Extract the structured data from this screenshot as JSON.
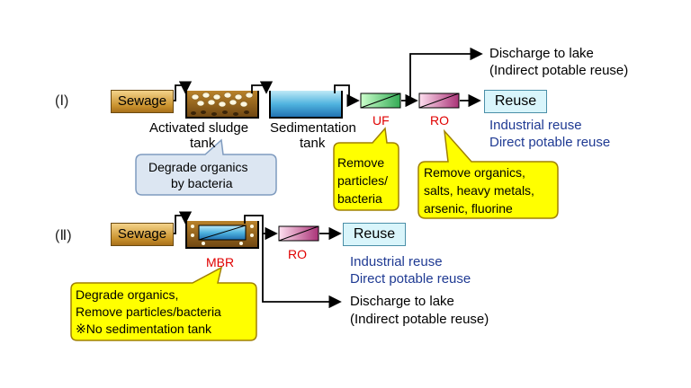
{
  "row1": {
    "label": "(Ⅰ)",
    "sewage": "Sewage",
    "activated_tank_line1": "Activated sludge",
    "activated_tank_line2": "tank",
    "sed_tank_line1": "Sedimentation",
    "sed_tank_line2": "tank",
    "uf_label": "UF",
    "ro_label": "RO",
    "reuse": "Reuse",
    "discharge_line1": "Discharge to lake",
    "discharge_line2": "(Indirect potable reuse)",
    "industrial_reuse": "Industrial reuse",
    "direct_reuse": "Direct potable reuse",
    "callout_bacteria_line1": "Degrade organics",
    "callout_bacteria_line2": "by bacteria",
    "callout_uf_line1": "Remove",
    "callout_uf_line2": "particles/",
    "callout_uf_line3": "bacteria",
    "callout_ro_line1": "Remove organics,",
    "callout_ro_line2": "salts, heavy metals,",
    "callout_ro_line3": "arsenic, fluorine"
  },
  "row2": {
    "label": "(Ⅱ)",
    "sewage": "Sewage",
    "mbr_label": "MBR",
    "ro_label": "RO",
    "reuse": "Reuse",
    "industrial_reuse": "Industrial reuse",
    "direct_reuse": "Direct potable reuse",
    "discharge_line1": "Discharge to lake",
    "discharge_line2": "(Indirect potable reuse)",
    "callout_mbr_line1": "Degrade organics,",
    "callout_mbr_line2": "Remove particles/bacteria",
    "callout_mbr_line3": "※No sedimentation tank"
  },
  "colors": {
    "callout_yellow": "#ffff00",
    "callout_blue": "#dce6f2",
    "unit_label_red": "#e00000",
    "reuse_text_blue": "#1f3a93"
  }
}
